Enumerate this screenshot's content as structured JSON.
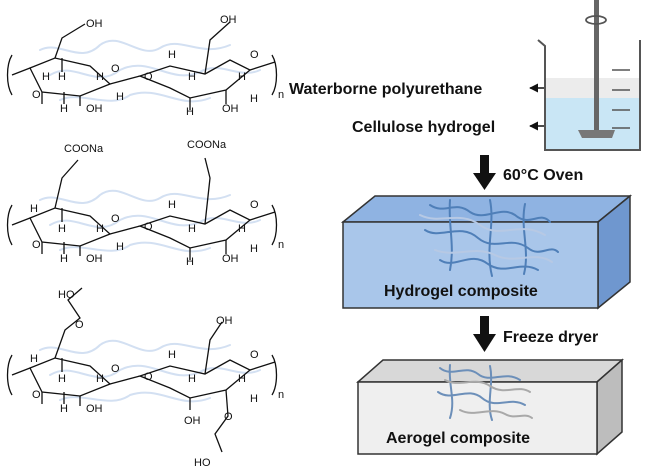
{
  "structures": {
    "unit1": {
      "oh_labels": [
        "OH",
        "OH",
        "O",
        "O",
        "O",
        "O",
        "OH",
        "OH",
        "H",
        "H",
        "H",
        "H",
        "H",
        "H",
        "H",
        "H",
        "H",
        "H"
      ],
      "n": "n"
    },
    "unit2": {
      "coona_left": "COONa",
      "coona_right": "COONa",
      "oh_labels": [
        "O",
        "O",
        "O",
        "O",
        "OH",
        "OH",
        "H",
        "H",
        "H",
        "H",
        "H",
        "H",
        "H",
        "H",
        "H",
        "H"
      ],
      "n": "n"
    },
    "unit3": {
      "ho_top": "HO",
      "oh_right": "OH",
      "ho_bottom": "HO",
      "oh_labels": [
        "O",
        "O",
        "O",
        "O",
        "O",
        "O",
        "OH",
        "OH",
        "H",
        "H",
        "H",
        "H",
        "H",
        "H",
        "H",
        "H"
      ],
      "n": "n"
    }
  },
  "process": {
    "waterborne_label": "Waterborne polyurethane",
    "cellulose_label": "Cellulose hydrogel",
    "step1_label": "60°C Oven",
    "hydrogel_label": "Hydrogel composite",
    "step2_label": "Freeze dryer",
    "aerogel_label": "Aerogel composite"
  },
  "colors": {
    "hydrogel_front": "#a9c6ea",
    "hydrogel_top": "#8fb3e2",
    "hydrogel_side": "#6f97cf",
    "aerogel_front": "#efefef",
    "aerogel_top": "#d8d8d8",
    "aerogel_side": "#bdbdbd",
    "water": "#c9e6f5",
    "network_blue": "#4f7fb8",
    "network_light": "#c7d7ee"
  }
}
